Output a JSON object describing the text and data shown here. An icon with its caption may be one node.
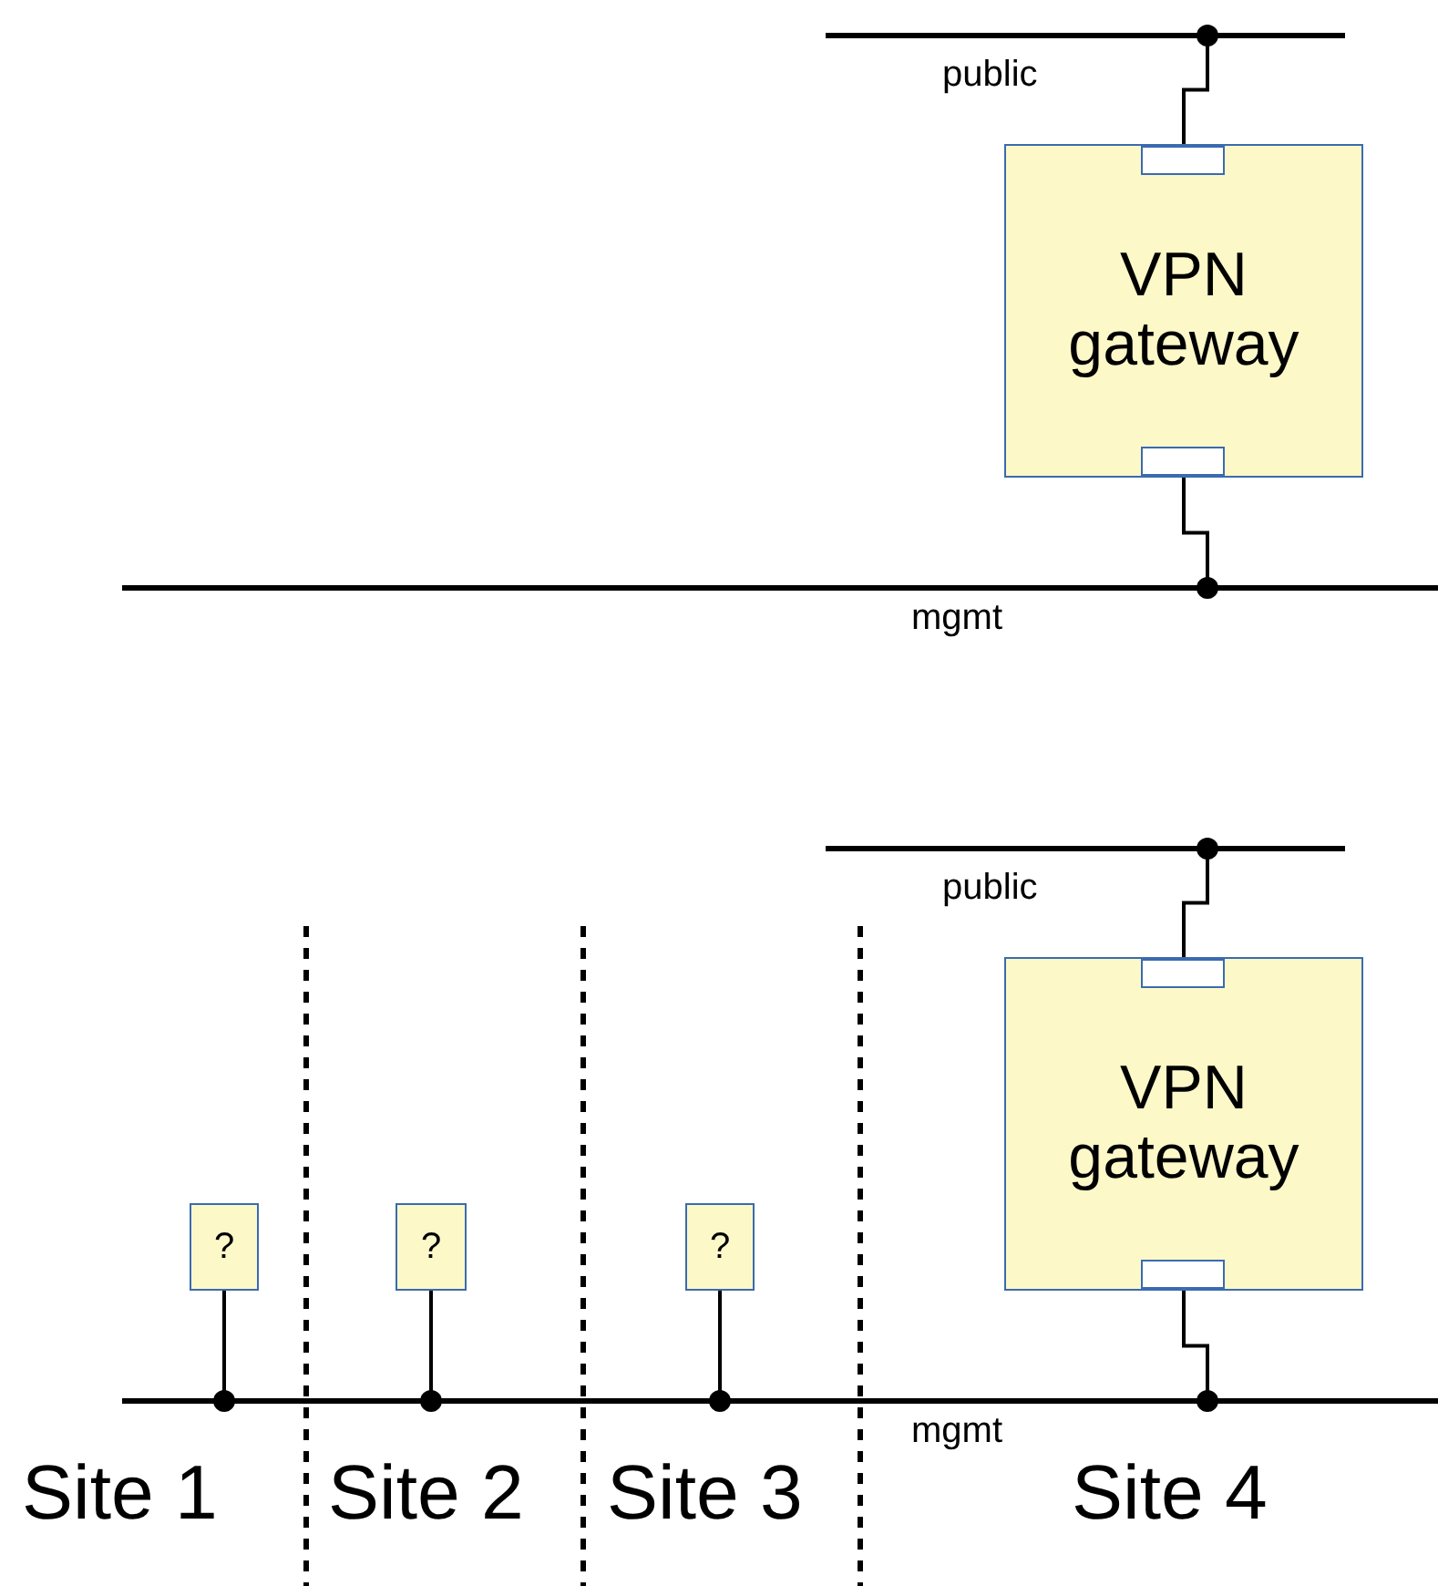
{
  "diagram": {
    "nodes": [
      {
        "text": [],
        "shape": "bar",
        "beside": [
          "public"
        ]
      },
      {
        "text": [
          "VPN gateway"
        ]
      },
      {
        "text": [],
        "shape": "bar",
        "beside": [
          "mgmt"
        ]
      },
      {
        "text": [],
        "shape": "bar",
        "beside": [
          "public"
        ]
      },
      {
        "text": [
          "VPN gateway"
        ]
      },
      {
        "text": [
          "?"
        ]
      },
      {
        "text": [
          "?"
        ]
      },
      {
        "text": [
          "?"
        ]
      },
      {
        "text": [],
        "shape": "bar",
        "beside": [
          "mgmt"
        ]
      }
    ],
    "edges": [
      {
        "from": 0,
        "to": 1,
        "arrow": "other"
      },
      {
        "from": 2,
        "to": 1,
        "arrow": "other"
      },
      {
        "from": 3,
        "to": 4,
        "arrow": "other"
      },
      {
        "from": 8,
        "to": 4,
        "arrow": "other"
      },
      {
        "from": 8,
        "to": 5,
        "arrow": "other"
      },
      {
        "from": 8,
        "to": 6,
        "arrow": "other"
      },
      {
        "from": 8,
        "to": 7,
        "arrow": "other"
      }
    ],
    "labels": [
      "Site 1",
      "Site 2",
      "Site 3",
      "Site 4"
    ]
  }
}
